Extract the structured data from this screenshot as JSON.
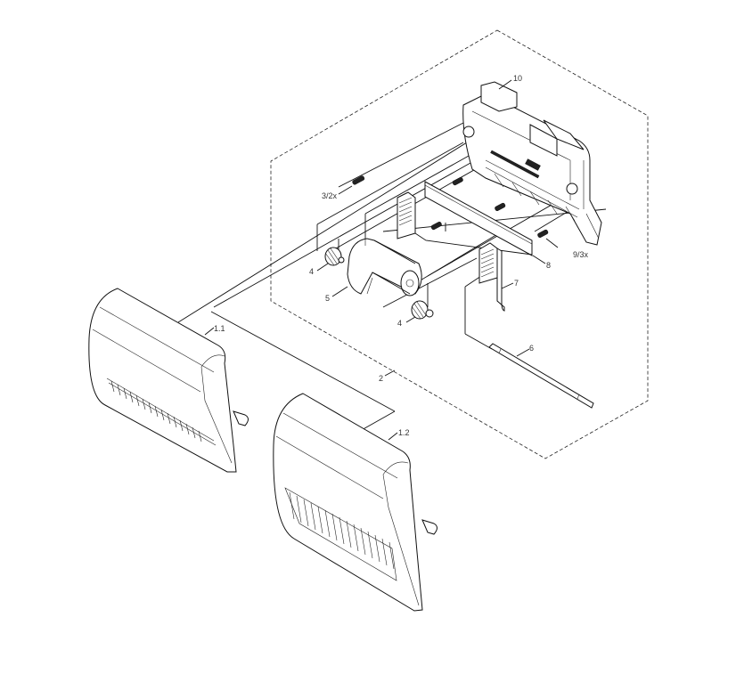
{
  "diagram": {
    "type": "exploded-assembly-drawing",
    "background": "#ffffff",
    "line_color": "#111111",
    "group_outline": "dashed-hexagon",
    "callouts": [
      {
        "id": "10",
        "label": "10",
        "part": "housing-frame"
      },
      {
        "id": "3",
        "label": "3/2x",
        "part": "spring"
      },
      {
        "id": "9",
        "label": "9/3x",
        "part": "spring"
      },
      {
        "id": "8",
        "label": "8",
        "part": "strip-plate"
      },
      {
        "id": "7",
        "label": "7",
        "part": "bracket-with-rack"
      },
      {
        "id": "4a",
        "label": "4",
        "part": "gear-upper"
      },
      {
        "id": "4b",
        "label": "4",
        "part": "gear-lower"
      },
      {
        "id": "5",
        "label": "5",
        "part": "motor"
      },
      {
        "id": "6",
        "label": "6",
        "part": "shaft"
      },
      {
        "id": "2",
        "label": "2",
        "part": "assembly-group"
      },
      {
        "id": "1.1",
        "label": "1.1",
        "part": "cover-a"
      },
      {
        "id": "1.2",
        "label": "1.2",
        "part": "cover-b"
      }
    ]
  }
}
